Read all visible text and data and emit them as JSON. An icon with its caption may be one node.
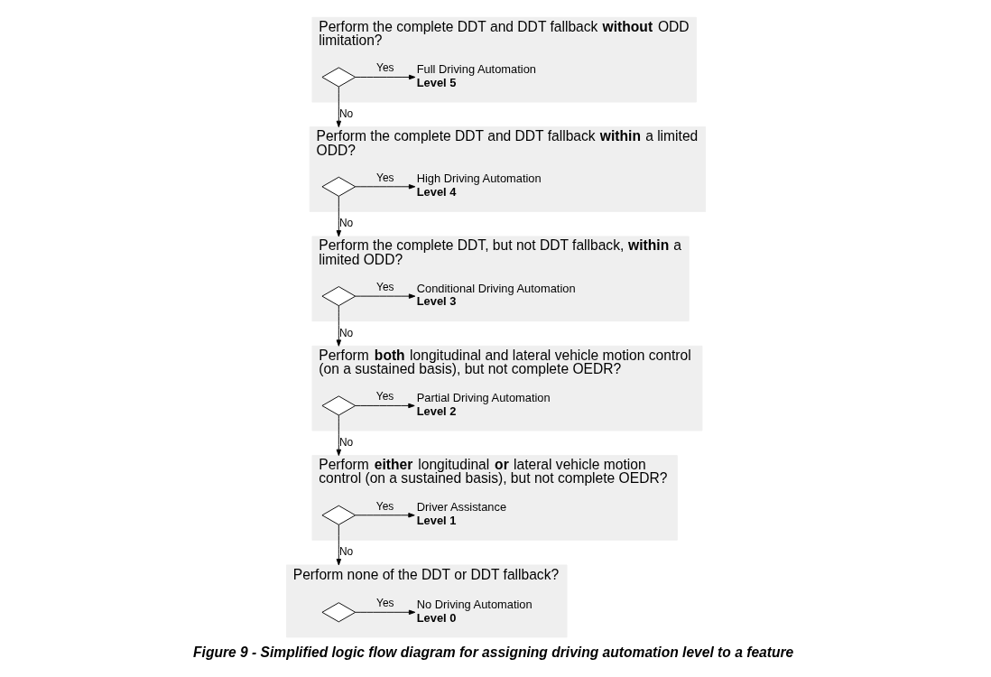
{
  "diagram": {
    "caption": "Figure 9 - Simplified logic flow diagram for assigning driving automation level to a feature",
    "nodes": [
      {
        "text": [
          "Perform the complete DDT and DDT fallback **without** ODD limitation?"
        ]
      },
      {
        "text": [],
        "shape": "diamond",
        "in": 0
      },
      {
        "text": [
          "Full Driving Automation",
          "Level 5"
        ],
        "in": 0
      },
      {
        "text": [
          "Perform the complete DDT and DDT fallback **within** a limited ODD?"
        ]
      },
      {
        "text": [],
        "shape": "diamond",
        "in": 3
      },
      {
        "text": [
          "High Driving Automation",
          "Level 4"
        ],
        "in": 3
      },
      {
        "text": [
          "Perform the complete DDT, but not DDT fallback, **within** a limited ODD?"
        ]
      },
      {
        "text": [],
        "shape": "diamond",
        "in": 6
      },
      {
        "text": [
          "Conditional Driving Automation",
          "Level 3"
        ],
        "in": 6
      },
      {
        "text": [
          "Perform **both** longitudinal and lateral vehicle motion control (on a sustained basis), but not complete OEDR?"
        ]
      },
      {
        "text": [],
        "shape": "diamond",
        "in": 9
      },
      {
        "text": [
          "Partial Driving Automation",
          "Level 2"
        ],
        "in": 9
      },
      {
        "text": [
          "Perform **either** longitudinal **or** lateral vehicle motion control (on a sustained basis), but not complete OEDR?"
        ]
      },
      {
        "text": [],
        "shape": "diamond",
        "in": 12
      },
      {
        "text": [
          "Driver Assistance",
          "Level 1"
        ],
        "in": 12
      },
      {
        "text": [
          "Perform none of the DDT or DDT fallback?"
        ]
      },
      {
        "text": [],
        "shape": "diamond",
        "in": 15
      },
      {
        "text": [
          "No Driving Automation",
          "Level 0"
        ],
        "in": 15
      }
    ],
    "edges": [
      {
        "from": 1,
        "to": 2,
        "arrow": "to",
        "label": "Yes"
      },
      {
        "from": 1,
        "to": 3,
        "arrow": "to",
        "label": "No"
      },
      {
        "from": 4,
        "to": 5,
        "arrow": "to",
        "label": "Yes"
      },
      {
        "from": 4,
        "to": 6,
        "arrow": "to",
        "label": "No"
      },
      {
        "from": 7,
        "to": 8,
        "arrow": "to",
        "label": "Yes"
      },
      {
        "from": 7,
        "to": 9,
        "arrow": "to",
        "label": "No"
      },
      {
        "from": 10,
        "to": 11,
        "arrow": "to",
        "label": "Yes"
      },
      {
        "from": 10,
        "to": 12,
        "arrow": "to",
        "label": "No"
      },
      {
        "from": 13,
        "to": 14,
        "arrow": "to",
        "label": "Yes"
      },
      {
        "from": 13,
        "to": 15,
        "arrow": "to",
        "label": "No"
      },
      {
        "from": 16,
        "to": 17,
        "arrow": "to",
        "label": "Yes"
      }
    ]
  }
}
